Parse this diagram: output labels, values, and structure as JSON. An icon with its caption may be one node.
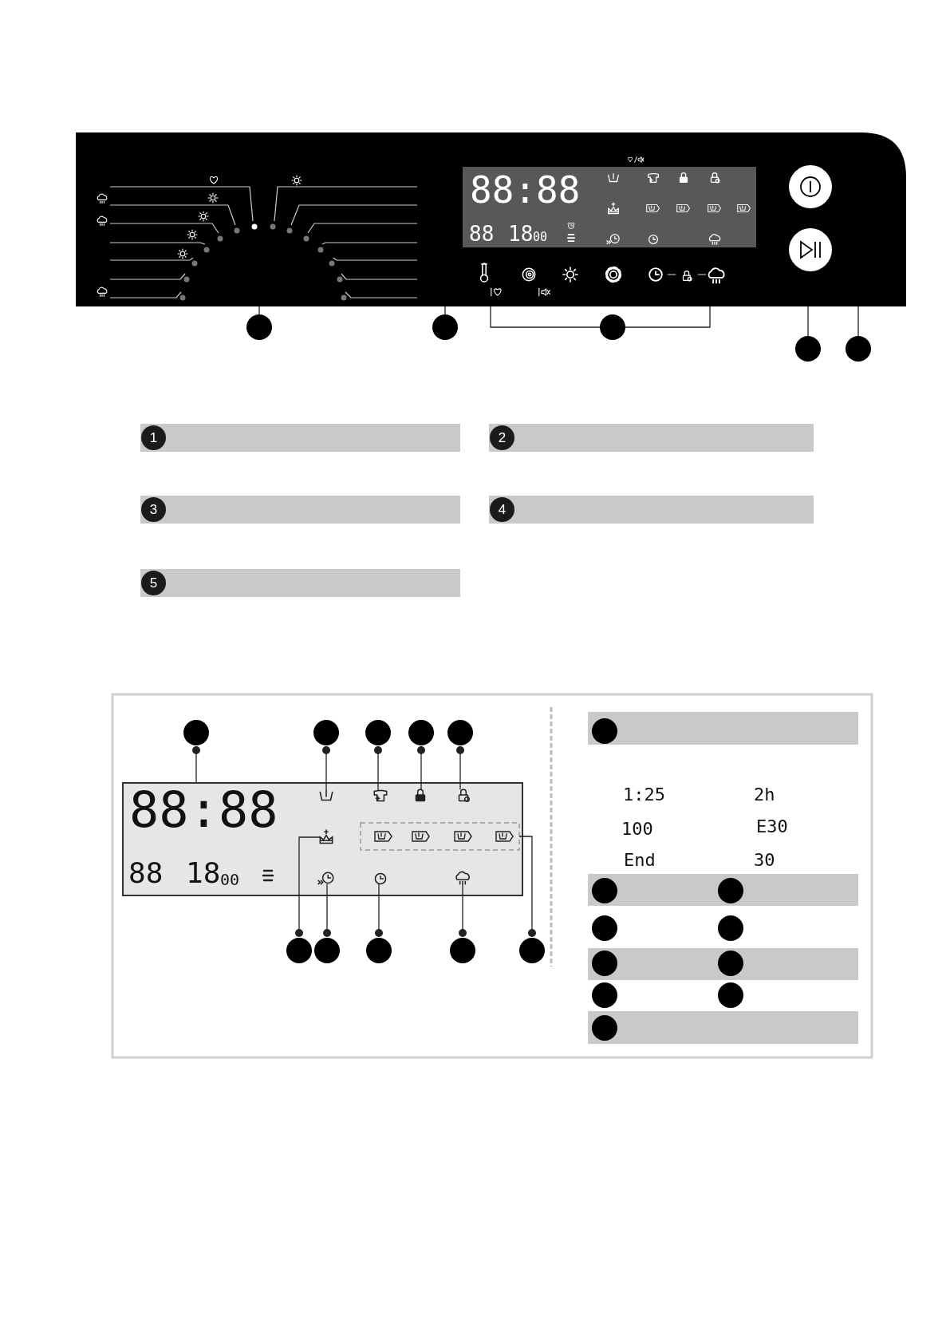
{
  "diagram": {
    "nodes": [
      {
        "text": [],
        "shape": "circle"
      },
      {
        "text": [],
        "shape": "circle"
      },
      {
        "text": [],
        "shape": "circle"
      },
      {
        "text": [],
        "shape": "circle"
      },
      {
        "text": [],
        "shape": "circle"
      },
      {
        "text": [
          "1"
        ]
      },
      {
        "text": [
          "2"
        ]
      },
      {
        "text": [
          "3"
        ]
      },
      {
        "text": [
          "4"
        ]
      },
      {
        "text": [
          "5"
        ]
      },
      {
        "text": [],
        "shape": "circle"
      },
      {
        "text": [],
        "shape": "circle"
      },
      {
        "text": [],
        "shape": "circle"
      },
      {
        "text": [],
        "shape": "circle"
      },
      {
        "text": [],
        "shape": "circle"
      },
      {
        "text": [],
        "shape": "circle"
      },
      {
        "text": [],
        "shape": "circle"
      },
      {
        "text": [],
        "shape": "circle"
      },
      {
        "text": [],
        "shape": "circle"
      },
      {
        "text": [],
        "shape": "circle"
      },
      {
        "text": [],
        "shape": "circle"
      },
      {
        "text": [],
        "shape": "circle"
      },
      {
        "text": [],
        "shape": "circle"
      },
      {
        "text": [],
        "shape": "circle"
      },
      {
        "text": [],
        "shape": "circle"
      },
      {
        "text": [],
        "shape": "circle"
      },
      {
        "text": [],
        "shape": "circle"
      },
      {
        "text": [],
        "shape": "circle"
      },
      {
        "text": [],
        "shape": "circle"
      },
      {
        "text": [],
        "shape": "circle"
      },
      {
        "text": [],
        "shape": "box"
      },
      {
        "text": [],
        "shape": "box"
      },
      {
        "text": [],
        "shape": "icon",
        "in": 31
      },
      {
        "text": [],
        "shape": "icon",
        "in": 31
      },
      {
        "text": [],
        "shape": "lock",
        "in": 31
      },
      {
        "text": [],
        "shape": "icon",
        "in": 31
      },
      {
        "text": [],
        "shape": "icon",
        "in": 31
      },
      {
        "text": [],
        "shape": "box",
        "in": 31
      },
      {
        "text": [],
        "shape": "clock",
        "in": 31
      },
      {
        "text": [],
        "shape": "icon",
        "in": 31
      },
      {
        "text": [],
        "shape": "icon",
        "in": 31
      }
    ],
    "edges": [
      {
        "from": 0,
        "to": 30,
        "arrow": "none"
      },
      {
        "from": 1,
        "to": 30,
        "arrow": "none"
      },
      {
        "from": 2,
        "to": 30,
        "arrow": "none"
      },
      {
        "from": 3,
        "to": 30,
        "arrow": "none"
      },
      {
        "from": 4,
        "to": 30,
        "arrow": "none"
      },
      {
        "from": 10,
        "to": 31,
        "arrow": "other"
      },
      {
        "from": 11,
        "to": 32,
        "arrow": "other"
      },
      {
        "from": 12,
        "to": 33,
        "arrow": "other"
      },
      {
        "from": 13,
        "to": 34,
        "arrow": "other"
      },
      {
        "from": 14,
        "to": 35,
        "arrow": "other"
      },
      {
        "from": 15,
        "to": 36,
        "arrow": "other"
      },
      {
        "from": 16,
        "to": 38,
        "arrow": "other"
      },
      {
        "from": 17,
        "to": 39,
        "arrow": "other"
      },
      {
        "from": 18,
        "to": 40,
        "arrow": "other"
      },
      {
        "from": 19,
        "to": 37,
        "arrow": "other"
      }
    ],
    "labels": [
      "88:88",
      "88",
      "18",
      "00",
      "88:88",
      "88",
      "18",
      "00",
      "1:25",
      "2h",
      "100",
      "E30",
      "End",
      "30"
    ]
  }
}
